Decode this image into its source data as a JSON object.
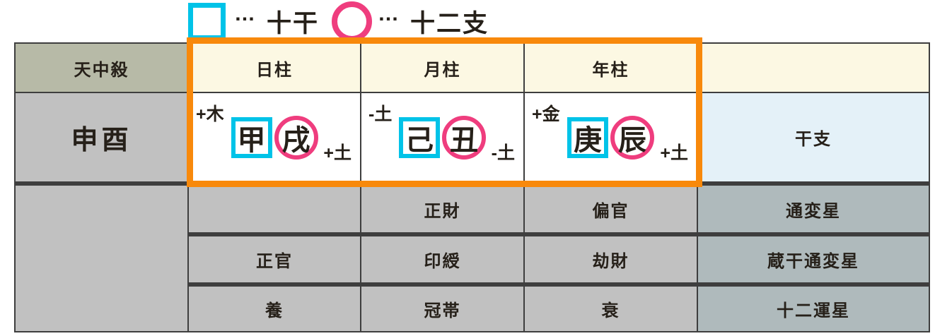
{
  "legend": {
    "square_dots": "…",
    "square_label": "十干",
    "circle_dots": "…",
    "circle_label": "十二支"
  },
  "table": {
    "headers": {
      "tenchusatsu": "天中殺",
      "day": "日柱",
      "month": "月柱",
      "year": "年柱",
      "right": ""
    },
    "tenchusatsu_value": "申酉",
    "pillars": {
      "day": {
        "stem_polarity": "+木",
        "stem": "甲",
        "branch": "戌",
        "branch_polarity": "+土"
      },
      "month": {
        "stem_polarity": "-土",
        "stem": "己",
        "branch": "丑",
        "branch_polarity": "-土"
      },
      "year": {
        "stem_polarity": "+金",
        "stem": "庚",
        "branch": "辰",
        "branch_polarity": "+土"
      }
    },
    "row_labels": {
      "eto": "干支",
      "tsuhensei": "通変星",
      "zokan_tsuhensei": "蔵干通変星",
      "juni_unsei": "十二運星"
    },
    "tsuhensei": {
      "day": "",
      "month": "正財",
      "year": "偏官"
    },
    "zokan_tsuhensei": {
      "day": "正官",
      "month": "印綬",
      "year": "劫財"
    },
    "juni_unsei": {
      "day": "養",
      "month": "冠帯",
      "year": "衰"
    }
  },
  "colors": {
    "stem_accent": "#00C3E8",
    "branch_accent": "#EF3D7E",
    "highlight_frame": "#F8890B",
    "header_olive": "#B7BAA7",
    "header_cream": "#FCF8E3",
    "cell_silver": "#C1C1C1",
    "eto_blue": "#E4F1F8",
    "label_bluegray": "#AFBABC",
    "border": "#3E3E3E",
    "text": "#262019"
  }
}
